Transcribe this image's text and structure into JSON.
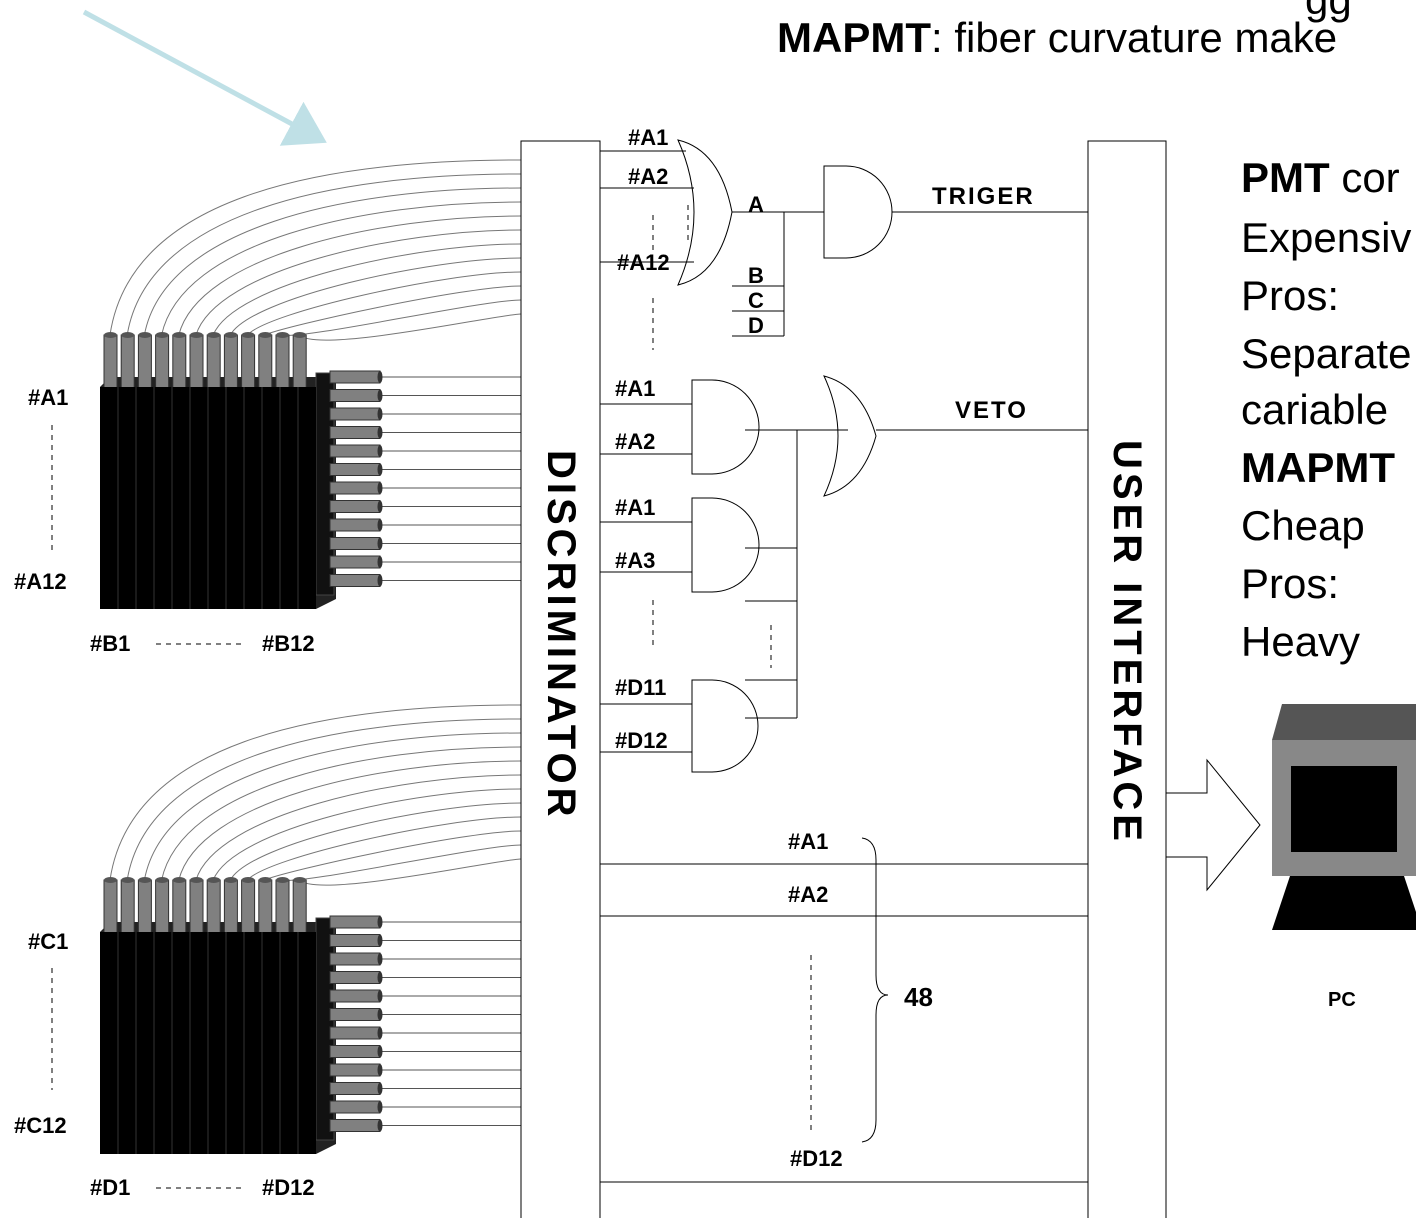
{
  "header": {
    "line1_suffix": "gg",
    "line2_bold": "MAPMT",
    "line2_rest": ": fiber curvature make"
  },
  "modules": [
    {
      "left_top": "#A1",
      "left_bottom": "#A12",
      "bottom_left": "#B1",
      "bottom_right": "#B12"
    },
    {
      "left_top": "#C1",
      "left_bottom": "#C12",
      "bottom_left": "#D1",
      "bottom_right": "#D12"
    }
  ],
  "blocks": {
    "discriminator": "DISCRIMINATOR",
    "user_interface": "USER INTERFACE"
  },
  "logic": {
    "or_inputs": [
      "#A1",
      "#A2",
      "#A12"
    ],
    "or_output": "A",
    "other_or": [
      "B",
      "C",
      "D"
    ],
    "trigger": "TRIGER",
    "veto": "VETO",
    "and_pairs": [
      [
        "#A1",
        "#A2"
      ],
      [
        "#A1",
        "#A3"
      ],
      [
        "#D11",
        "#D12"
      ]
    ]
  },
  "bus": {
    "labels": [
      "#A1",
      "#A2",
      "#D12"
    ],
    "count": "48"
  },
  "pc_label": "PC",
  "notes": {
    "l1_bold": "PMT",
    "l1_rest": " cor",
    "l2": "Expensiv",
    "l3": "Pros:",
    "l4": "Separate",
    "l5": "cariable",
    "l6_bold": "MAPMT",
    "l7": "Cheap",
    "l8": "Pros:",
    "l9": "Heavy"
  },
  "colors": {
    "arrow": "#bfe0e6",
    "module": "#000000",
    "tube": "#808080",
    "pc_case": "#888888"
  }
}
